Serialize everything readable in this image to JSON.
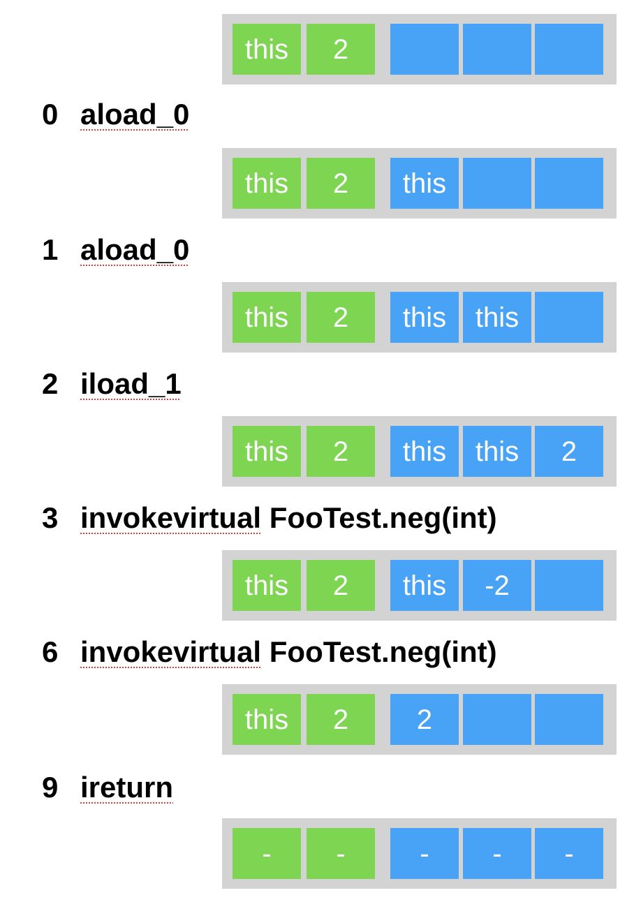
{
  "colors": {
    "local_variables": "#7ed552",
    "operand_stack": "#48a3f6",
    "frame_background": "#d3d3d3",
    "spellcheck_underline": "#e53935"
  },
  "frames": [
    {
      "locals": [
        "this",
        "2"
      ],
      "stack": [
        "",
        "",
        ""
      ]
    },
    {
      "locals": [
        "this",
        "2"
      ],
      "stack": [
        "this",
        "",
        ""
      ]
    },
    {
      "locals": [
        "this",
        "2"
      ],
      "stack": [
        "this",
        "this",
        ""
      ]
    },
    {
      "locals": [
        "this",
        "2"
      ],
      "stack": [
        "this",
        "this",
        "2"
      ]
    },
    {
      "locals": [
        "this",
        "2"
      ],
      "stack": [
        "this",
        "-2",
        ""
      ]
    },
    {
      "locals": [
        "this",
        "2"
      ],
      "stack": [
        "2",
        "",
        ""
      ]
    },
    {
      "locals": [
        "-",
        "-"
      ],
      "stack": [
        "-",
        "-",
        "-"
      ]
    }
  ],
  "instructions": [
    {
      "offset": "0",
      "opcode": "aload_0",
      "operand": ""
    },
    {
      "offset": "1",
      "opcode": "aload_0",
      "operand": ""
    },
    {
      "offset": "2",
      "opcode": "iload_1",
      "operand": ""
    },
    {
      "offset": "3",
      "opcode": "invokevirtual",
      "operand": "FooTest.neg(int)"
    },
    {
      "offset": "6",
      "opcode": "invokevirtual",
      "operand": "FooTest.neg(int)"
    },
    {
      "offset": "9",
      "opcode": "ireturn",
      "operand": ""
    }
  ]
}
